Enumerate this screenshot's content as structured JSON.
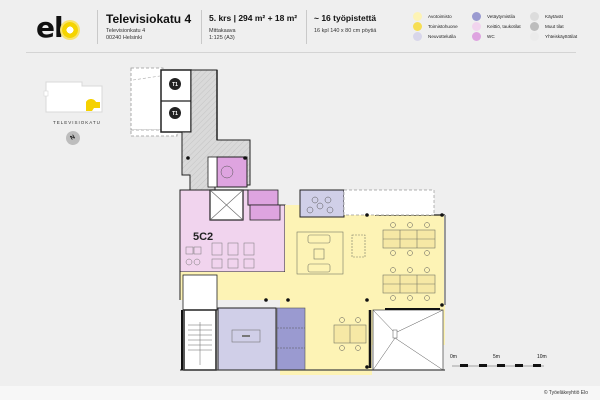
{
  "header": {
    "logo_text": "el",
    "title": "Televisiokatu 4",
    "address_line1": "Televisionkatu 4",
    "address_line2": "00240 Helsinki",
    "floor_area": "5. krs | 294 m² + 18 m²",
    "scale_label": "Mittakaava",
    "scale_value": "1:125 (A3)",
    "workstations": "~ 16 työpistettä",
    "workstations_detail": "16 kpl 140 x 80 cm pöytiä"
  },
  "legend": [
    {
      "label": "Avotoimisto",
      "color": "#fdf3b5"
    },
    {
      "label": "Toimistohuone",
      "color": "#f6de55"
    },
    {
      "label": "Neuvottelutila",
      "color": "#d8d6ea"
    },
    {
      "label": "Vetäytymistila",
      "color": "#9a9ad0"
    },
    {
      "label": "Keittiö, taukotilat",
      "color": "#f1d4ee"
    },
    {
      "label": "WC",
      "color": "#dea4e0"
    },
    {
      "label": "Käytävät",
      "color": "#dcdcdc"
    },
    {
      "label": "Muut tilat",
      "color": "#bdbdbd"
    },
    {
      "label": "Yhteiskäyttötilat",
      "color": "#ebebeb"
    }
  ],
  "keymap": {
    "street_label": "TELEVISIOKATU",
    "compass": "N"
  },
  "plan": {
    "room_label": "5C2",
    "elevator_label": "T1"
  },
  "scalebar": {
    "ticks": [
      "0m",
      "5m",
      "10m"
    ]
  },
  "footer": {
    "copyright": "© Työeläkeyhtiö Elo"
  }
}
